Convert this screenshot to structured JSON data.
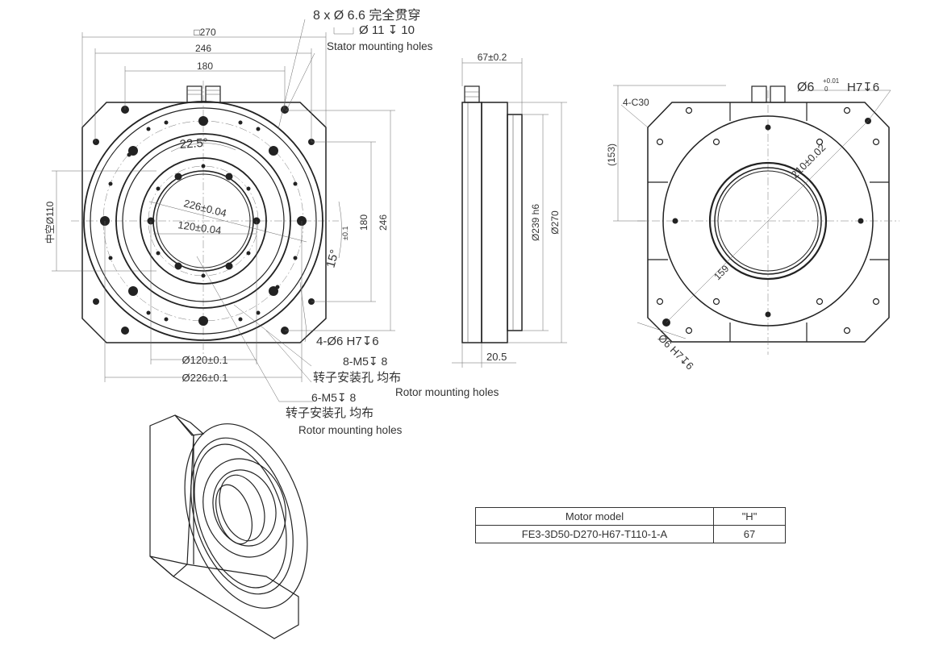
{
  "front_view": {
    "square_label": "□270",
    "dim_246_top": "246",
    "dim_180_top": "180",
    "hole_spec_line1": "8 x Ø 6.6 完全贯穿",
    "hole_spec_line2": "Ø 11 ↧ 10",
    "stator_label": "Stator mounting holes",
    "angle_22": "22.5°",
    "dim_226": "226±0.04",
    "dim_120": "120±0.04",
    "angle_15": "15°",
    "tol_15": "±0.1",
    "dim_180_right": "180",
    "dim_246_right": "246",
    "hollow_label": "中空Ø110",
    "pin_hole": "4-Ø6 H7↧6",
    "dim_120_bottom": "Ø120±0.1",
    "dim_226_bottom": "Ø226±0.1",
    "m5_8": "8-M5↧ 8",
    "rotor_cn_1": "转子安装孔 均布",
    "rotor_en_1": "Rotor mounting holes",
    "m5_6": "6-M5↧ 8",
    "rotor_cn_2": "转子安装孔 均布",
    "rotor_en_2": "Rotor mounting holes"
  },
  "side_view": {
    "dim_67": "67±0.2",
    "dim_239": "Ø239 h6",
    "dim_270": "Ø270",
    "dim_20": "20.5"
  },
  "back_view": {
    "chamfer": "4-C30",
    "dim_153": "(153)",
    "pin_top_main": "Ø6",
    "pin_top_tol_upper": "+0.01",
    "pin_top_tol_lower": "0",
    "pin_top_suffix": "H7↧6",
    "dim_diag": "210±0.02",
    "dim_159": "159",
    "pin_bottom": "Ø6 H7↧6"
  },
  "table": {
    "header_model": "Motor model",
    "header_h": "\"H\"",
    "row_model": "FE3-3D50-D270-H67-T110-1-A",
    "row_h": "67"
  }
}
